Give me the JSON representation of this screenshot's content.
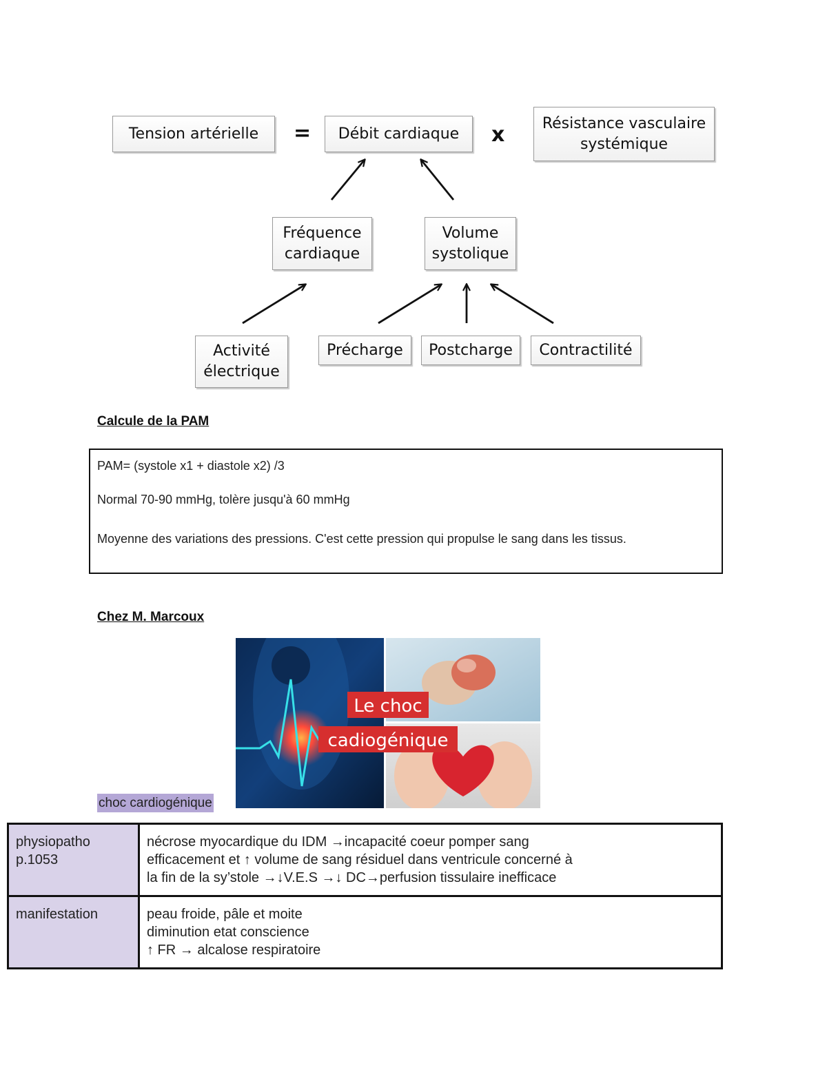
{
  "diagram": {
    "tension": "Tension artérielle",
    "equals": "=",
    "debit": "Débit cardiaque",
    "times": "x",
    "resistance_l1": "Résistance vasculaire",
    "resistance_l2": "systémique",
    "frequence_l1": "Fréquence",
    "frequence_l2": "cardiaque",
    "volume_l1": "Volume",
    "volume_l2": "systolique",
    "activite_l1": "Activité",
    "activite_l2": "électrique",
    "precharge": "Précharge",
    "postcharge": "Postcharge",
    "contractilite": "Contractilité"
  },
  "pam": {
    "heading": "Calcule de la PAM",
    "formula": "PAM= (systole x1 + diastole x2) /3",
    "normal": "Normal 70-90 mmHg, tolère jusqu'à 60 mmHg",
    "description": "Moyenne des variations des pressions. C'est cette pression qui propulse le sang dans les tissus."
  },
  "marcoux": {
    "heading": "Chez M. Marcoux",
    "image_title_l1": "Le choc",
    "image_title_l2": "cadiogénique",
    "caption": "choc cardiogénique"
  },
  "table": {
    "rows": [
      {
        "label_l1": "physiopatho",
        "label_l2": "p.1053",
        "line1": "nécrose myocardique du IDM →incapacité coeur pomper sang",
        "line2": "efficacement et ↑ volume de sang résiduel dans ventricule concerné à",
        "line3": "la fin de la sy’stole →↓V.E.S →↓ DC→perfusion tissulaire inefficace"
      },
      {
        "label_l1": "manifestation",
        "line1": "peau froide, pâle et moite",
        "line2": "diminution etat conscience",
        "line3": "↑ FR → alcalose respiratoire"
      }
    ]
  }
}
